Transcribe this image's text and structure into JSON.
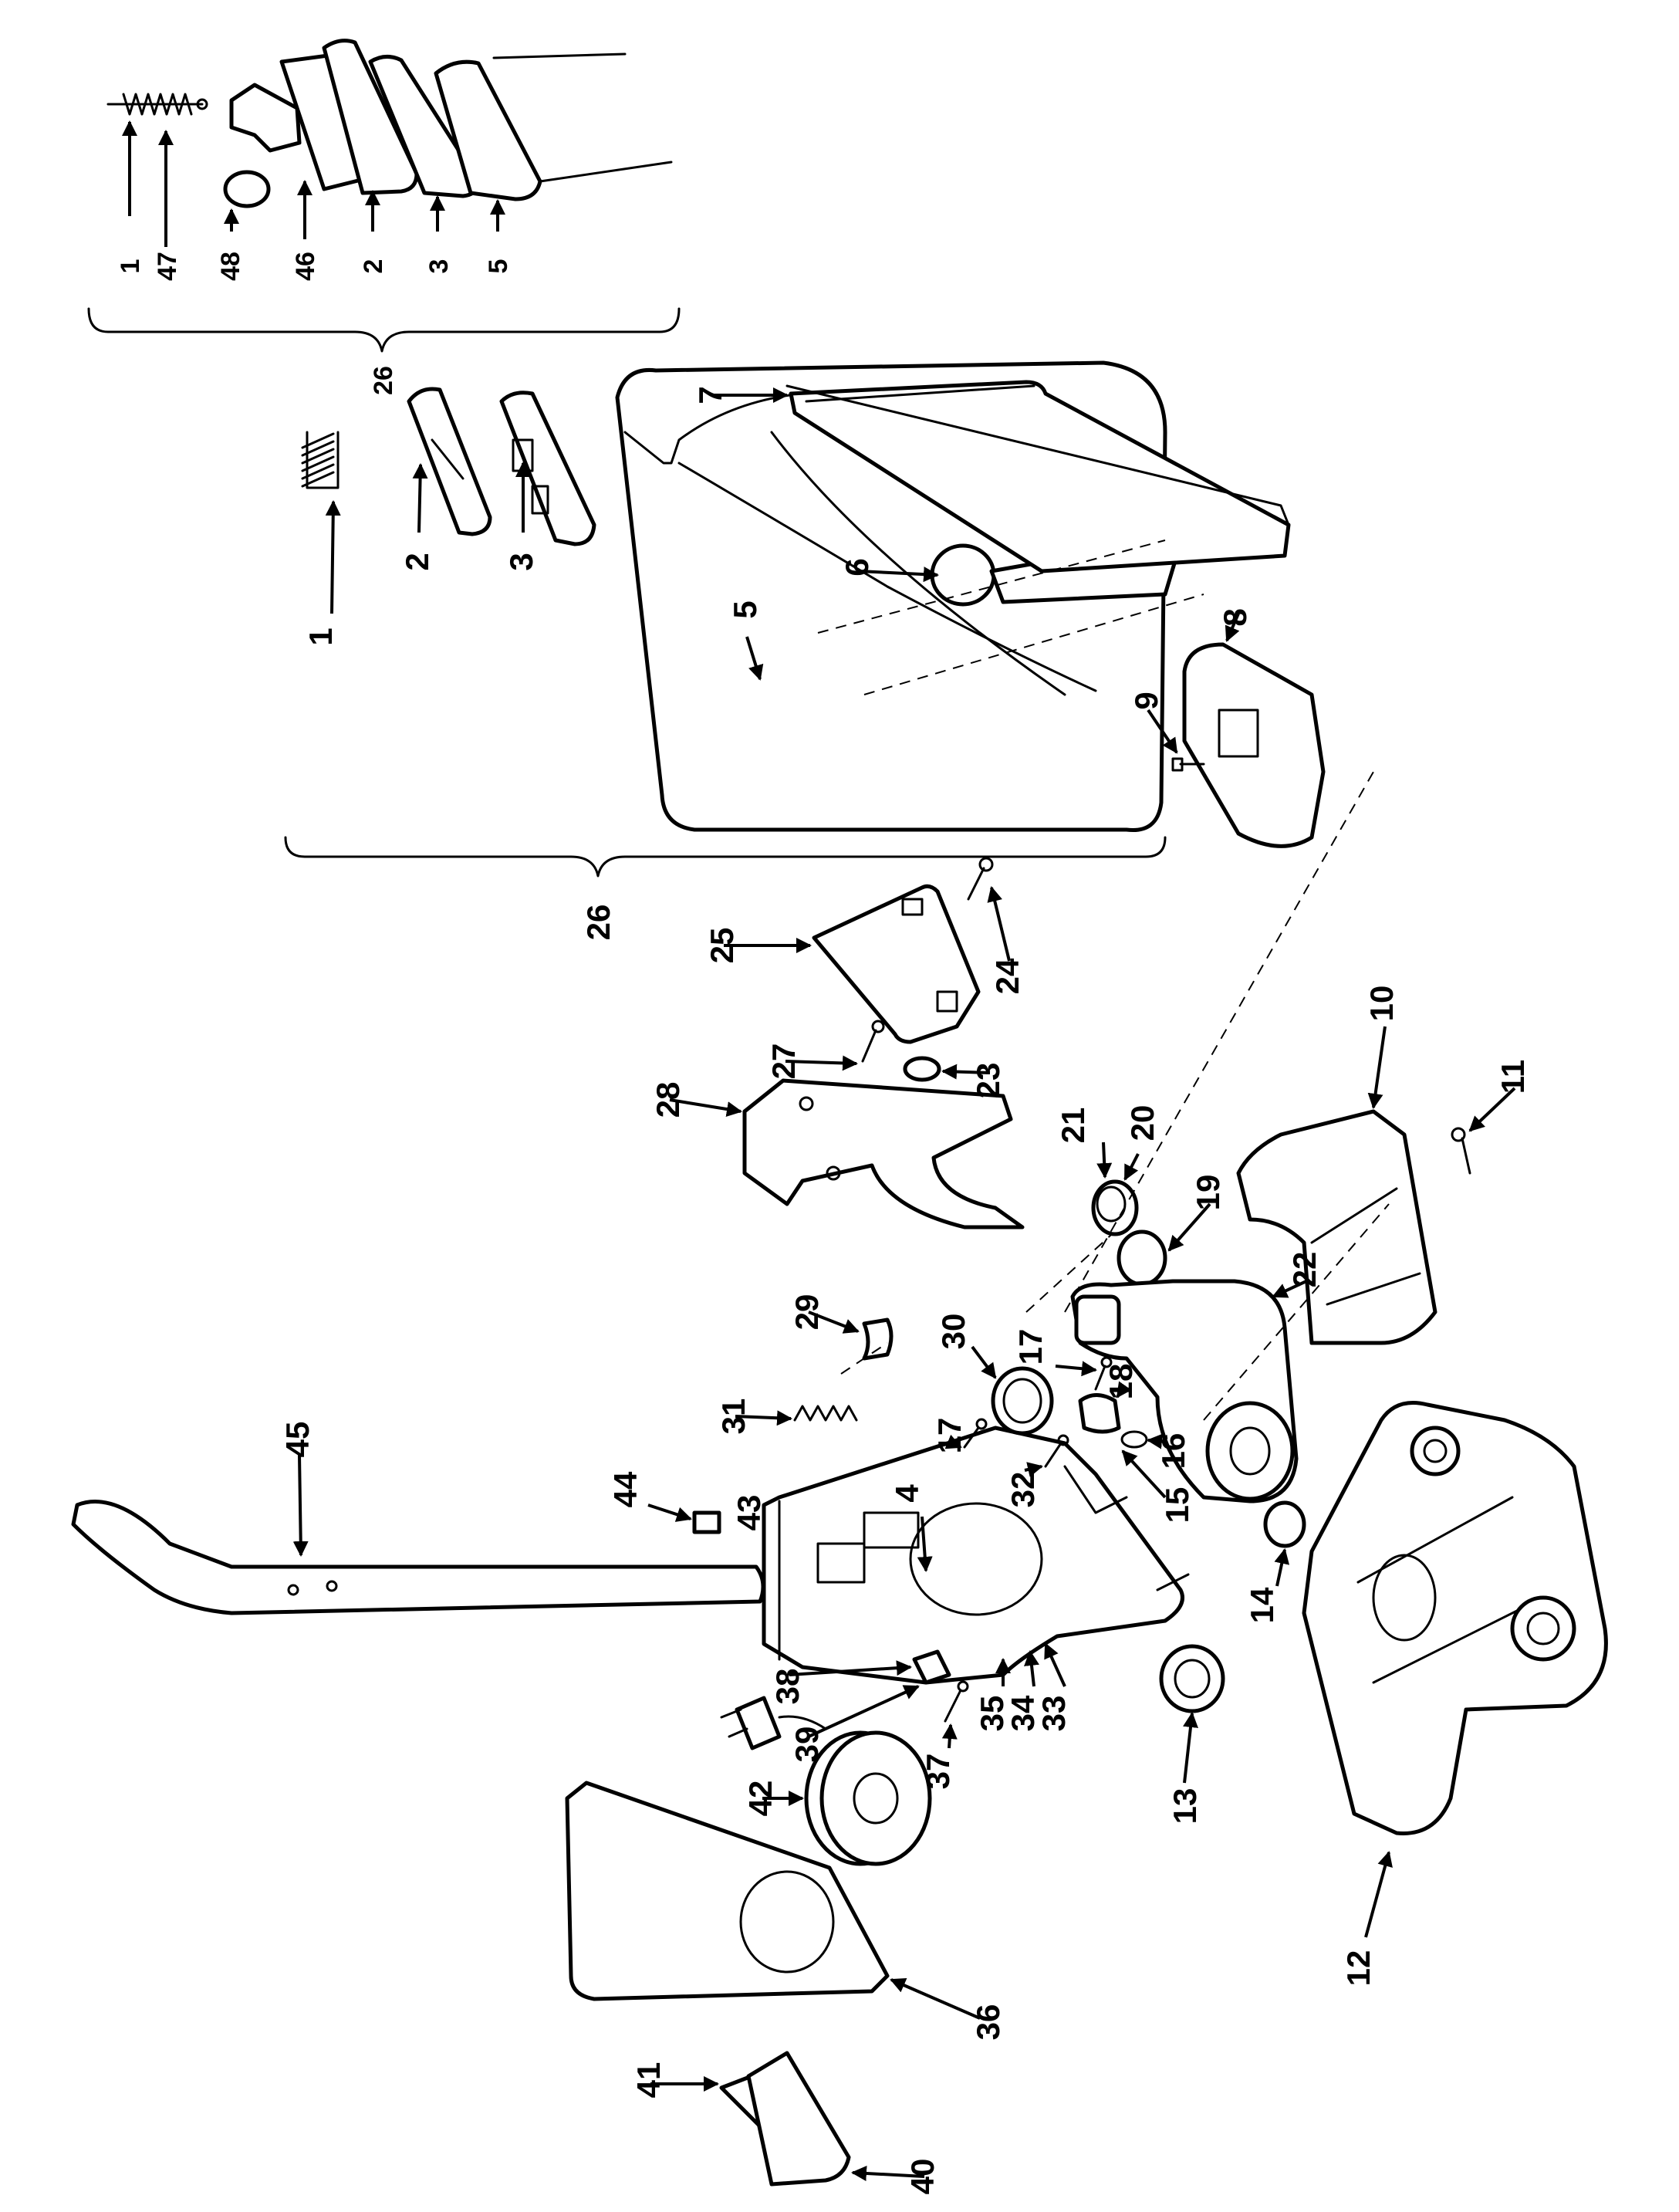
{
  "labels": {
    "p1": "1",
    "p2": "2",
    "p3": "3",
    "p4": "4",
    "p5": "5",
    "p6": "6",
    "p7": "7",
    "p8": "8",
    "p9": "9",
    "p10": "10",
    "p11": "11",
    "p12": "12",
    "p13": "13",
    "p14": "14",
    "p15": "15",
    "p16": "16",
    "p17": "17",
    "p18": "18",
    "p19": "19",
    "p20": "20",
    "p21": "21",
    "p22": "22",
    "p23": "23",
    "p24": "24",
    "p25": "25",
    "p26": "26",
    "p27": "27",
    "p28": "28",
    "p29": "29",
    "p30": "30",
    "p31": "31",
    "p32": "32",
    "p33": "33",
    "p34": "34",
    "p35": "35",
    "p36": "36",
    "p37": "37",
    "p38": "38",
    "p39": "39",
    "p40": "40",
    "p41": "41",
    "p42": "42",
    "p43": "43",
    "p44": "44",
    "p45": "45",
    "p46": "46",
    "p47": "47",
    "p48": "48"
  }
}
